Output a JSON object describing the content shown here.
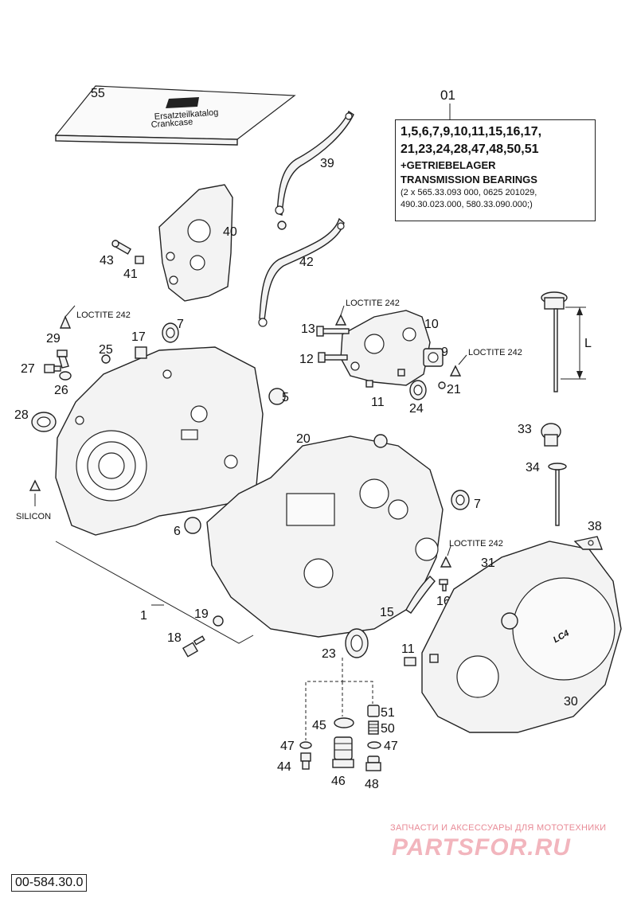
{
  "kit": {
    "label": "01",
    "line1": "1,5,6,7,9,10,11,15,16,17,",
    "line2": "21,23,24,28,47,48,50,51",
    "line3": "+GETRIEBELAGER",
    "line4": "TRANSMISSION BEARINGS",
    "line5": "(2 x 565.33.093 000, 0625 201029,",
    "line6": "490.30.023.000, 580.33.090.000;)"
  },
  "notes": {
    "loctite_a": "LOCTITE 242",
    "loctite_b": "LOCTITE 242",
    "loctite_c": "LOCTITE 242",
    "loctite_d": "LOCTITE 242",
    "silicon": "SILICON",
    "length": "L",
    "manual_lines": [
      "Ersatzteilkatalog",
      "Crankcase"
    ]
  },
  "callouts": {
    "c55": "55",
    "c39": "39",
    "c40": "40",
    "c43": "43",
    "c41": "41",
    "c42": "42",
    "c7a": "7",
    "c17": "17",
    "c29": "29",
    "c25": "25",
    "c27": "27",
    "c26": "26",
    "c28": "28",
    "c5": "5",
    "c13": "13",
    "c10": "10",
    "c12": "12",
    "c9": "9",
    "c21": "21",
    "c11a": "11",
    "c24": "24",
    "c20": "20",
    "c33": "33",
    "c34": "34",
    "c7b": "7",
    "c6": "6",
    "c38": "38",
    "c31": "31",
    "c16": "16",
    "c15": "15",
    "c1": "1",
    "c19": "19",
    "c18": "18",
    "c23": "23",
    "c11b": "11",
    "c30": "30",
    "c51": "51",
    "c45": "45",
    "c50": "50",
    "c47a": "47",
    "c47b": "47",
    "c44": "44",
    "c46": "46",
    "c48": "48"
  },
  "drawing_number": "00-584.30.0",
  "watermark": {
    "tagline": "ЗАПЧАСТИ И АКСЕССУАРЫ ДЛЯ МОТОТЕХНИКИ",
    "brand": "PARTSFOR.RU"
  }
}
